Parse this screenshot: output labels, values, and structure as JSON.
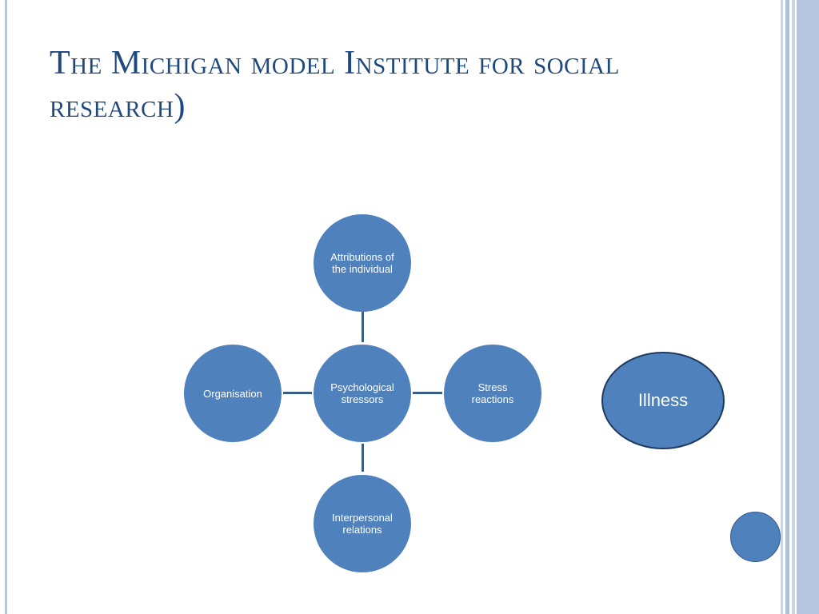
{
  "slide": {
    "title": "The Michigan model Institute for social research)",
    "accent_color": "#4f81bd",
    "title_color": "#1f497d"
  },
  "diagram": {
    "center": "Psychological stressors",
    "top": "Attributions of the individual",
    "left": "Organisation",
    "right": "Stress reactions",
    "bottom": "Interpersonal relations",
    "outcome": "Illness"
  }
}
